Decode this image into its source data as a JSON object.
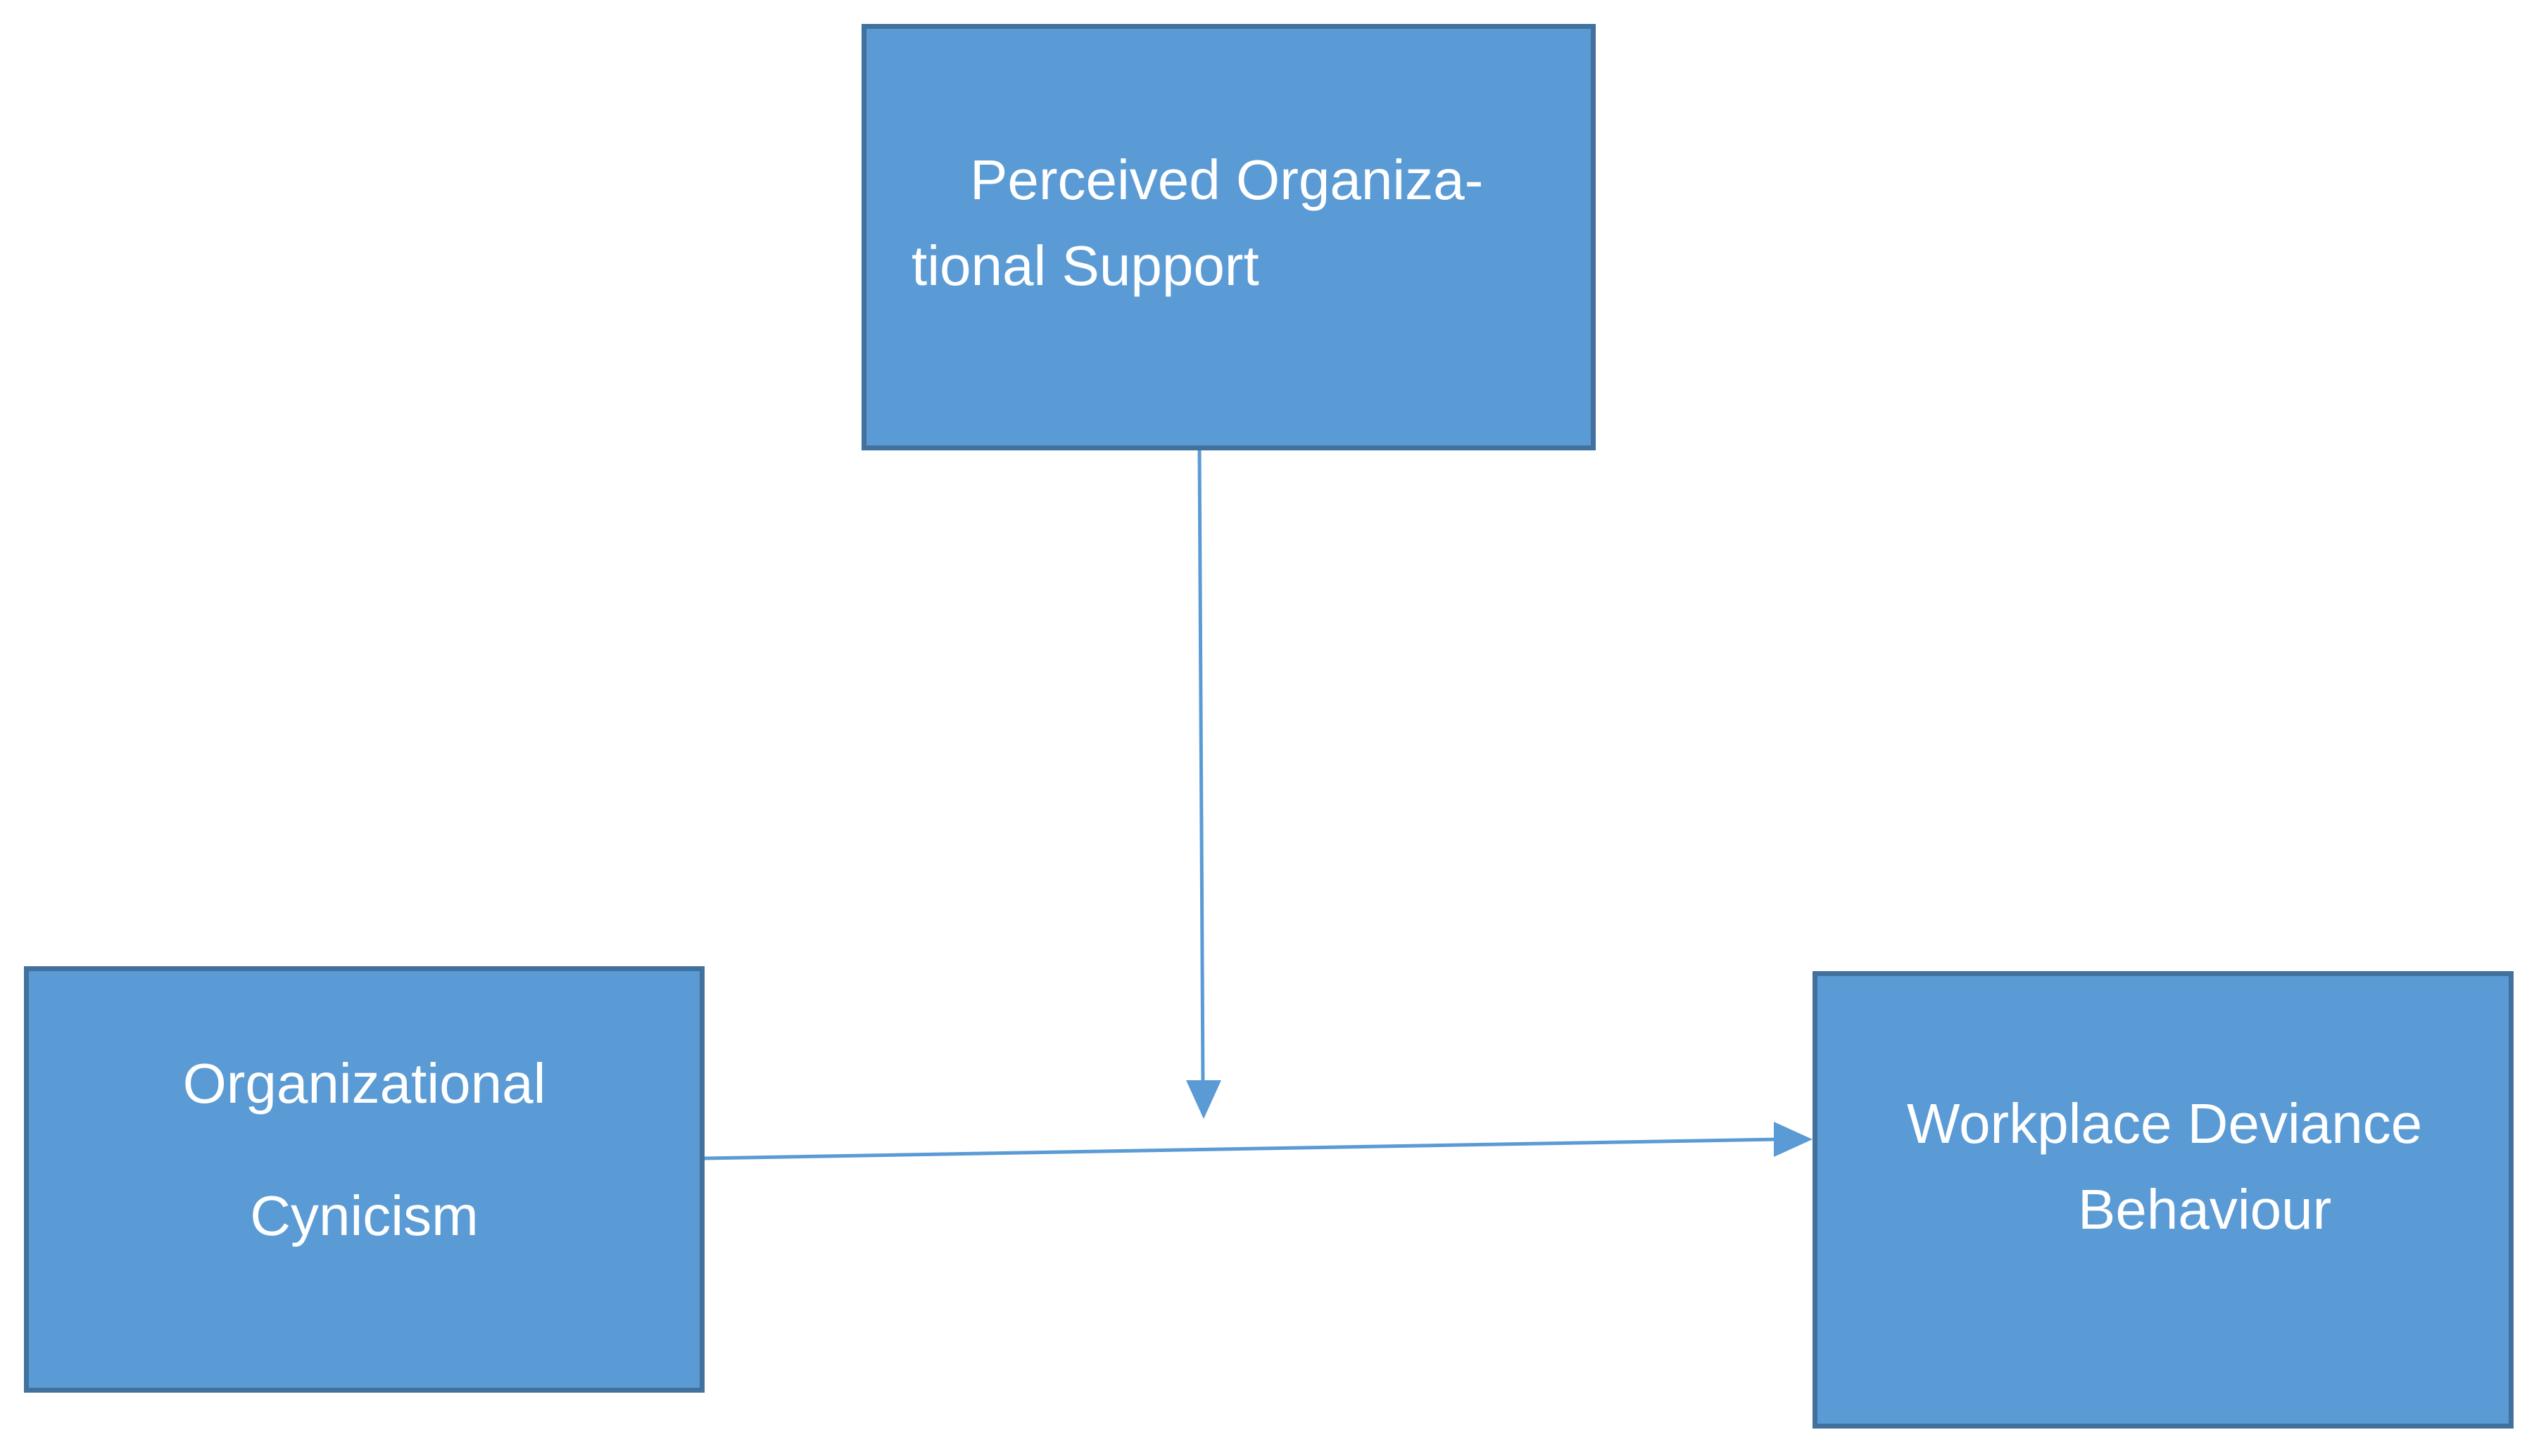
{
  "colors": {
    "box_fill": "#5b9bd5",
    "box_border": "#41719c",
    "box_text": "#ffffff",
    "connector": "#5b9bd5",
    "background": "#ffffff"
  },
  "nodes": {
    "perceived_support": {
      "line1": "Perceived Organiza-",
      "line2": "tional Support"
    },
    "cynicism": {
      "line1": "Organizational",
      "line2": "Cynicism"
    },
    "deviance": {
      "line1": "Workplace Deviance",
      "line2": "Behaviour"
    }
  },
  "edges": [
    {
      "from": "cynicism",
      "to": "deviance"
    },
    {
      "from": "perceived_support",
      "to": "cynicism-deviance-path"
    }
  ]
}
